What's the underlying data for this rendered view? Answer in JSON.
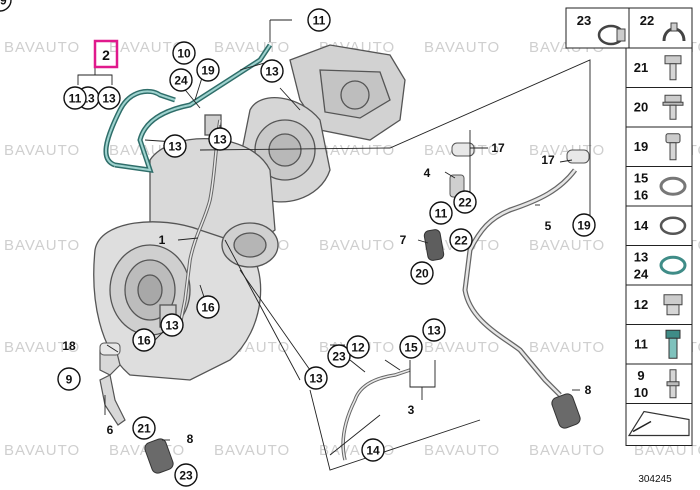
{
  "watermark_text": "BAVAUTO",
  "diagram_id": "304245",
  "highlighted_part": "2",
  "callouts": [
    "11",
    "13",
    "10",
    "24",
    "19",
    "13",
    "13",
    "13",
    "11",
    "13",
    "13",
    "16",
    "16",
    "9",
    "21",
    "23",
    "23",
    "12",
    "13",
    "14",
    "15",
    "13",
    "11",
    "22",
    "20",
    "22",
    "19",
    "19"
  ],
  "plain_labels": [
    "17",
    "17",
    "4",
    "7",
    "1",
    "18",
    "6",
    "8",
    "3",
    "5",
    "8"
  ],
  "side_panel": {
    "items": [
      {
        "labels": [
          "23"
        ],
        "icon": "hose-clamp-icon"
      },
      {
        "labels": [
          "22"
        ],
        "icon": "spring-clip-icon"
      },
      {
        "labels": [
          "21"
        ],
        "icon": "hex-bolt-icon"
      },
      {
        "labels": [
          "20"
        ],
        "icon": "flange-bolt-icon"
      },
      {
        "labels": [
          "19"
        ],
        "icon": "socket-screw-icon"
      },
      {
        "labels": [
          "15",
          "16"
        ],
        "icon": "sealing-washer-icon"
      },
      {
        "labels": [
          "14"
        ],
        "icon": "o-ring-icon"
      },
      {
        "labels": [
          "13",
          "24"
        ],
        "icon": "sealing-ring-icon"
      },
      {
        "labels": [
          "12"
        ],
        "icon": "banjo-nut-icon"
      },
      {
        "labels": [
          "11"
        ],
        "icon": "hollow-bolt-icon"
      },
      {
        "labels": [
          "9",
          "10"
        ],
        "icon": "stud-bolt-icon"
      },
      {
        "labels": [],
        "icon": "arrow-sheet-icon"
      }
    ]
  }
}
